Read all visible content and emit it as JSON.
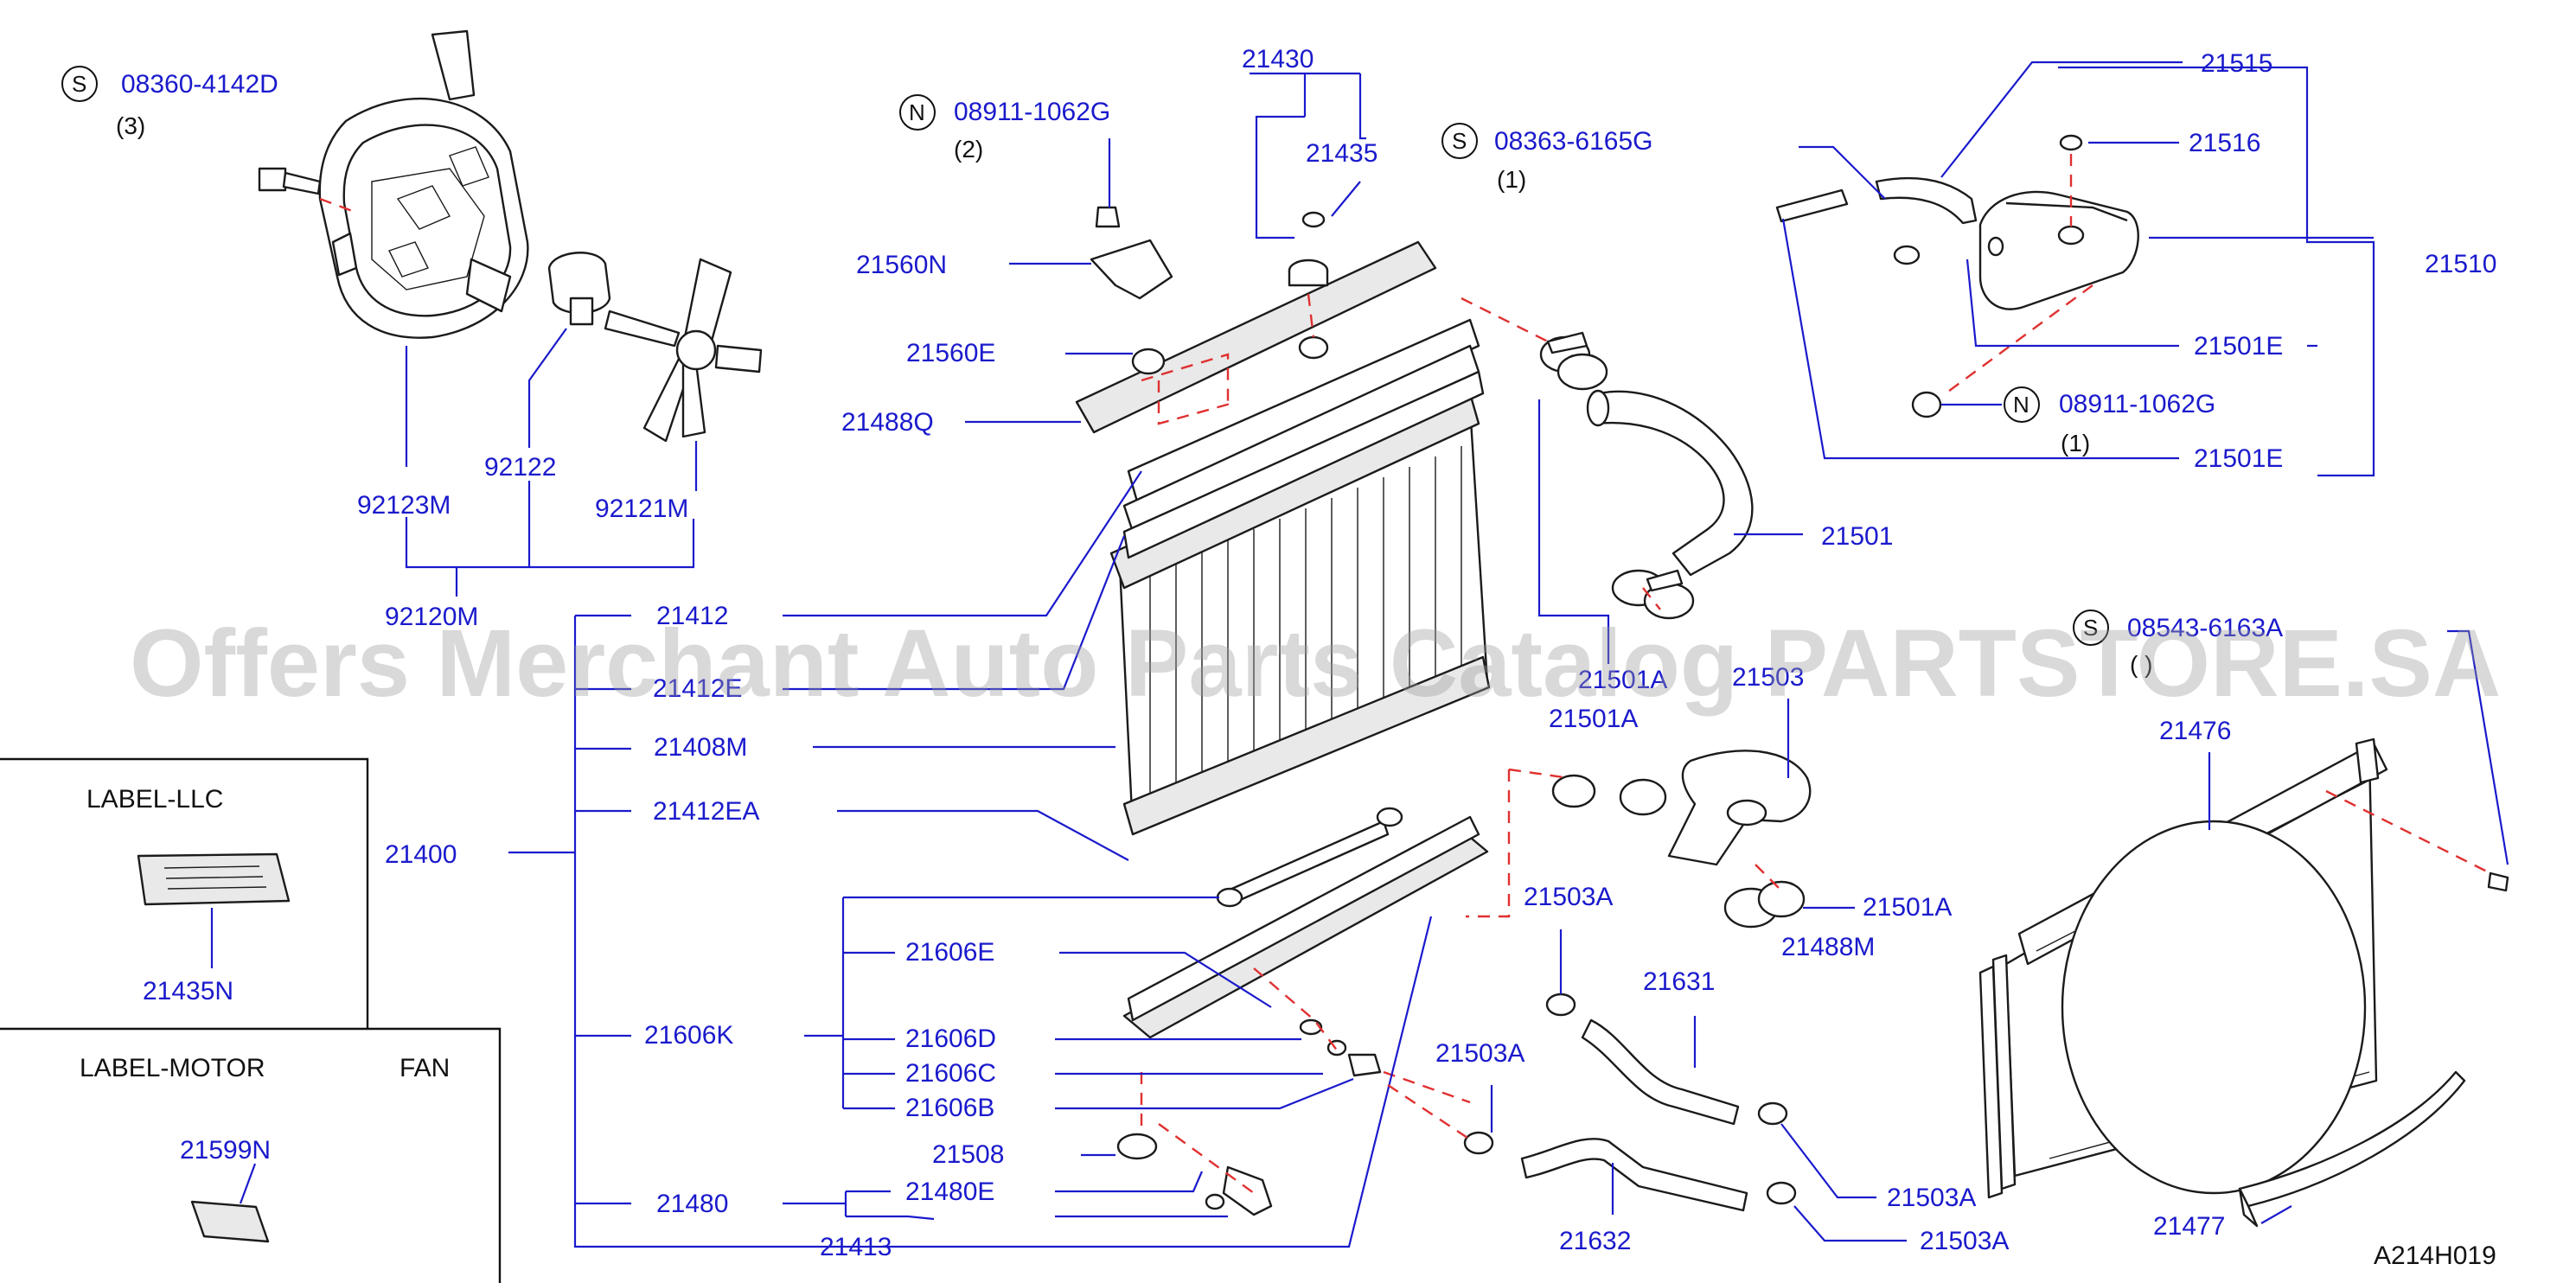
{
  "watermark": "Offers Merchant Auto Parts Catalog PARTSTORE.SA",
  "diagram_id": "A214H019",
  "boxes": {
    "label_llc": "LABEL-LLC",
    "label_motor": "LABEL-MOTOR",
    "label_motor_fan": "FAN"
  },
  "fasteners": {
    "bolt_fan_shroud": {
      "symbol": "S",
      "part": "08360-4142D",
      "qty": "(3)"
    },
    "nut_upper": {
      "symbol": "N",
      "part": "08911-1062G",
      "qty": "(2)"
    },
    "bolt_hose": {
      "symbol": "S",
      "part": "08363-6165G",
      "qty": "(1)"
    },
    "nut_reservoir": {
      "symbol": "N",
      "part": "08911-1062G",
      "qty": "(1)"
    },
    "bolt_shroud": {
      "symbol": "S",
      "part": "08543-6163A",
      "qty": "( )"
    }
  },
  "parts": {
    "p92123M": "92123M",
    "p92122": "92122",
    "p92121M": "92121M",
    "p92120M": "92120M",
    "p21430": "21430",
    "p21435": "21435",
    "p21560N": "21560N",
    "p21560E": "21560E",
    "p21488Q": "21488Q",
    "p21412": "21412",
    "p21412E": "21412E",
    "p21408M": "21408M",
    "p21412EA": "21412EA",
    "p21400": "21400",
    "p21606E": "21606E",
    "p21606K": "21606K",
    "p21606D": "21606D",
    "p21606C": "21606C",
    "p21606B": "21606B",
    "p21508": "21508",
    "p21480": "21480",
    "p21480E": "21480E",
    "p21413": "21413",
    "p21435N": "21435N",
    "p21599N": "21599N",
    "p21515": "21515",
    "p21516": "21516",
    "p21510": "21510",
    "p21501E_1": "21501E",
    "p21501E_2": "21501E",
    "p21501": "21501",
    "p21501A_1": "21501A",
    "p21501A_2": "21501A",
    "p21501A_3": "21501A",
    "p21503": "21503",
    "p21503A_1": "21503A",
    "p21503A_2": "21503A",
    "p21503A_3": "21503A",
    "p21503A_4": "21503A",
    "p21631": "21631",
    "p21632": "21632",
    "p21488M": "21488M",
    "p21476": "21476",
    "p21477": "21477"
  }
}
